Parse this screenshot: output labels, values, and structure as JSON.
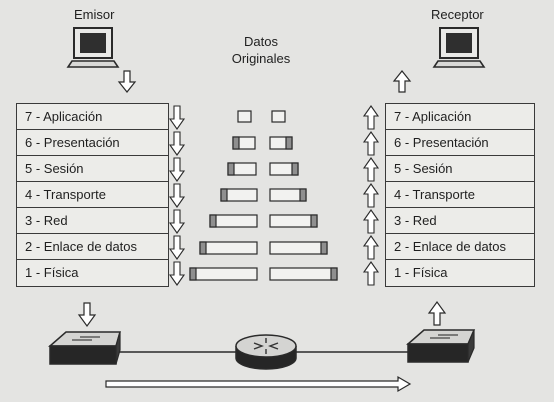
{
  "sender": {
    "title": "Emisor"
  },
  "receiver": {
    "title": "Receptor"
  },
  "original_data": {
    "title": "Datos Originales"
  },
  "layers": [
    "7 - Aplicación",
    "6 - Presentación",
    "5 - Sesión",
    "4 - Transporte",
    "3 - Red",
    "2 - Enlace de datos",
    "1 - Física"
  ],
  "icons": {
    "sender": "computer-icon",
    "receiver": "computer-icon",
    "left_device": "switch-icon",
    "center_device": "router-icon",
    "right_device": "switch-icon"
  },
  "colors": {
    "header_shade": "#8f8f8f",
    "box_fill": "#f2f2f0",
    "line": "#3a3a3a"
  }
}
